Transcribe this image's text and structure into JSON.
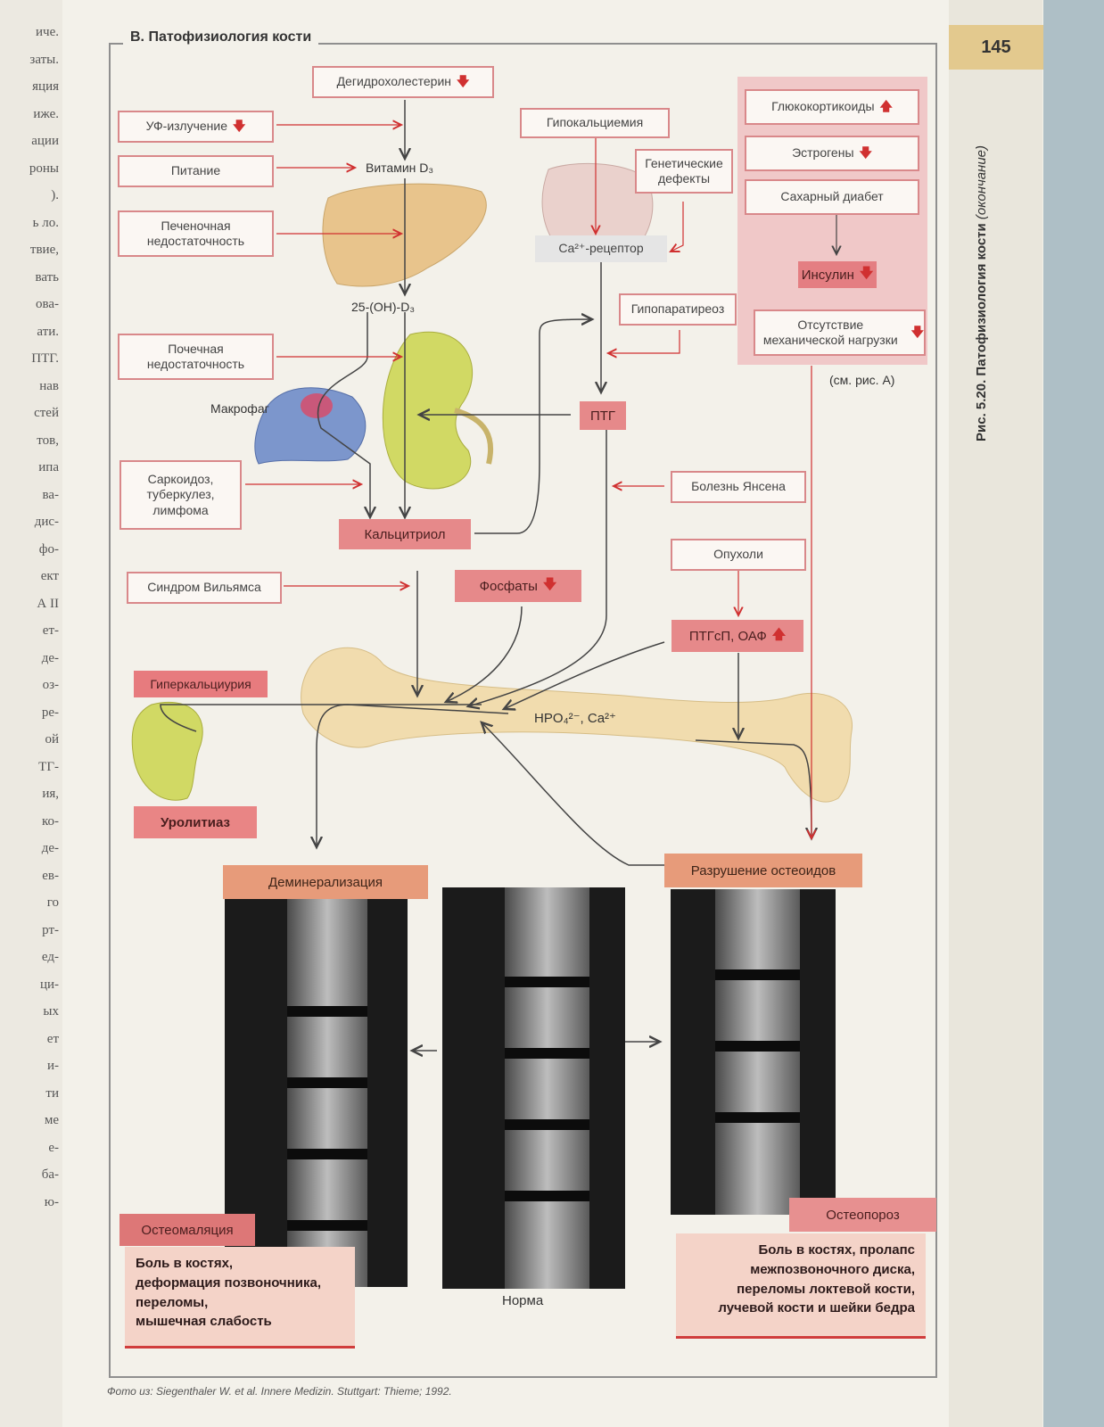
{
  "page_number": "145",
  "figure_caption": {
    "number": "Рис. 5.20.",
    "title": "Патофизиология кости",
    "note": "(окончание)"
  },
  "section_title": "В. Патофизиология кости",
  "left_margin_fragments": [
    "иче.",
    "заты.",
    "яция",
    "иже.",
    "ации",
    "роны",
    ").",
    "ь ло.",
    "твие,",
    "вать",
    "ова-",
    "ати.",
    "ПТГ.",
    "нав",
    "стей",
    "тов,",
    "ипа",
    "ва-",
    "дис-",
    "фо-",
    "ект",
    "А II",
    "ет-",
    "де-",
    "оз-",
    "ре-",
    "ой",
    "ТГ-",
    "ия,",
    "ко-",
    "де-",
    "ев-",
    "го",
    "рт-",
    "ед-",
    "ци-",
    "ых",
    "ет",
    "и-",
    "ти",
    "ме",
    "е-",
    "ба-",
    "ю-"
  ],
  "nodes": {
    "dehydrocholesterol": "Дегидрохолестерин",
    "uv": "УФ-излучение",
    "nutrition": "Питание",
    "vitamin_d3": "Витамин D₃",
    "liver_failure": "Печеночная недостаточность",
    "oh_d3": "25-(OH)-D₃",
    "renal_failure": "Почечная недостаточность",
    "macrophage": "Макрофаг",
    "sarcoid": "Саркоидоз, туберкулез, лимфома",
    "calcitriol": "Кальцитриол",
    "williams": "Синдром Вильямса",
    "phosphates": "Фосфаты",
    "hypocalcemia_top": "Гипокальциемия",
    "genetic_defects": "Генетические дефекты",
    "ca_receptor": "Ca²⁺-рецептор",
    "hypoparathyroidism": "Гипопаратиреоз",
    "pth": "ПТГ",
    "jansen": "Болезнь Янсена",
    "tumors": "Опухоли",
    "pthrp": "ПТГсП, ОАФ",
    "glucocorticoids": "Глюкокортикоиды",
    "estrogens": "Эстрогены",
    "diabetes": "Сахарный диабет",
    "insulin": "Инсулин",
    "mechanical_load": "Отсутствие механической нагрузки",
    "see_fig": "(см. рис. А)",
    "hpo4": "HPO₄²⁻, Ca²⁺",
    "hypercalciuria": "Гиперкальциурия",
    "urolithiasis": "Уролитиаз",
    "demineralization": "Деминерализация",
    "osteoid_destruction": "Разрушение остеоидов",
    "osteomalacia": "Остеомаляция",
    "osteoporosis": "Остеопороз",
    "norm": "Норма"
  },
  "symptoms_left": [
    "Боль в костях,",
    "деформация позвоночника,",
    "переломы,",
    "мышечная слабость"
  ],
  "symptoms_right": [
    "Боль в костях, пролапс",
    "межпозвоночного диска,",
    "переломы локтевой кости,",
    "лучевой кости и шейки бедра"
  ],
  "photo_credit": "Фото из: Siegenthaler W. et al. Innere Medizin. Stuttgart: Thieme; 1992.",
  "arrow_symbol_up": "🡅",
  "arrow_symbol_down": "🡇",
  "colors": {
    "pink_box": "#e6898a",
    "orange_box": "#e79b7a",
    "red_arrow": "#d03030"
  }
}
